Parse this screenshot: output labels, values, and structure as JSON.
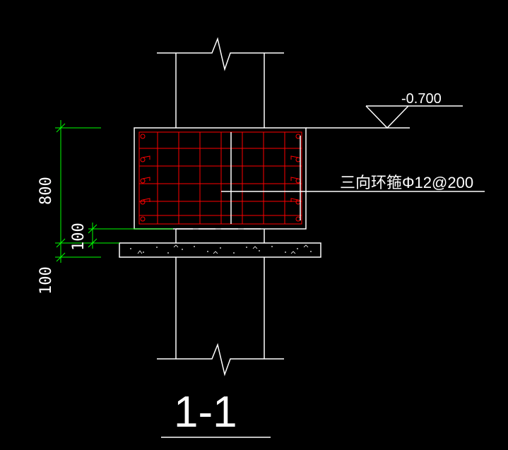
{
  "drawing": {
    "elevation_label": "-0.700",
    "rebar_callout": "三向环箍Φ12@200",
    "dimensions": {
      "height_main": "800",
      "height_pad": "100",
      "height_base": "100"
    },
    "section_title": "1-1"
  },
  "colors": {
    "background": "#000000",
    "outline": "#ffffff",
    "rebar": "#ff0000",
    "dimension": "#00ff00"
  }
}
